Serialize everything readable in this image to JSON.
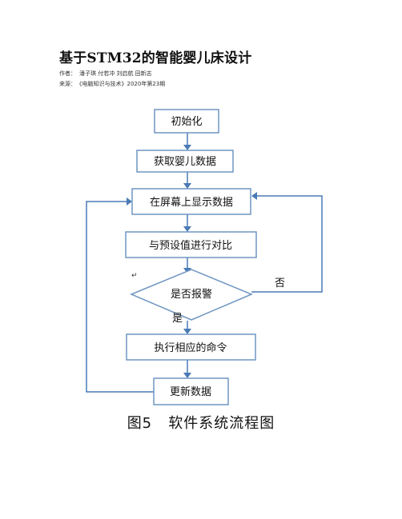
{
  "document": {
    "title": "基于STM32的智能婴儿床设计",
    "author_label": "作者：",
    "authors": "潘子琪 付若冲 刘启航 田新志",
    "source_label": "来源：",
    "source": "《电脑知识与技术》2020年第23期"
  },
  "flowchart": {
    "nodes": {
      "init": "初始化",
      "get_data": "获取婴儿数据",
      "display": "在屏幕上显示数据",
      "compare": "与预设值进行对比",
      "decision": "是否报警",
      "execute": "执行相应的命令",
      "update": "更新数据"
    },
    "labels": {
      "no": "否",
      "yes": "是"
    },
    "colors": {
      "box_border": "#6f96c2",
      "arrow": "#4a7ab5"
    }
  },
  "figure": {
    "caption": "图5   软件系统流程图",
    "return_mark": "↵"
  }
}
